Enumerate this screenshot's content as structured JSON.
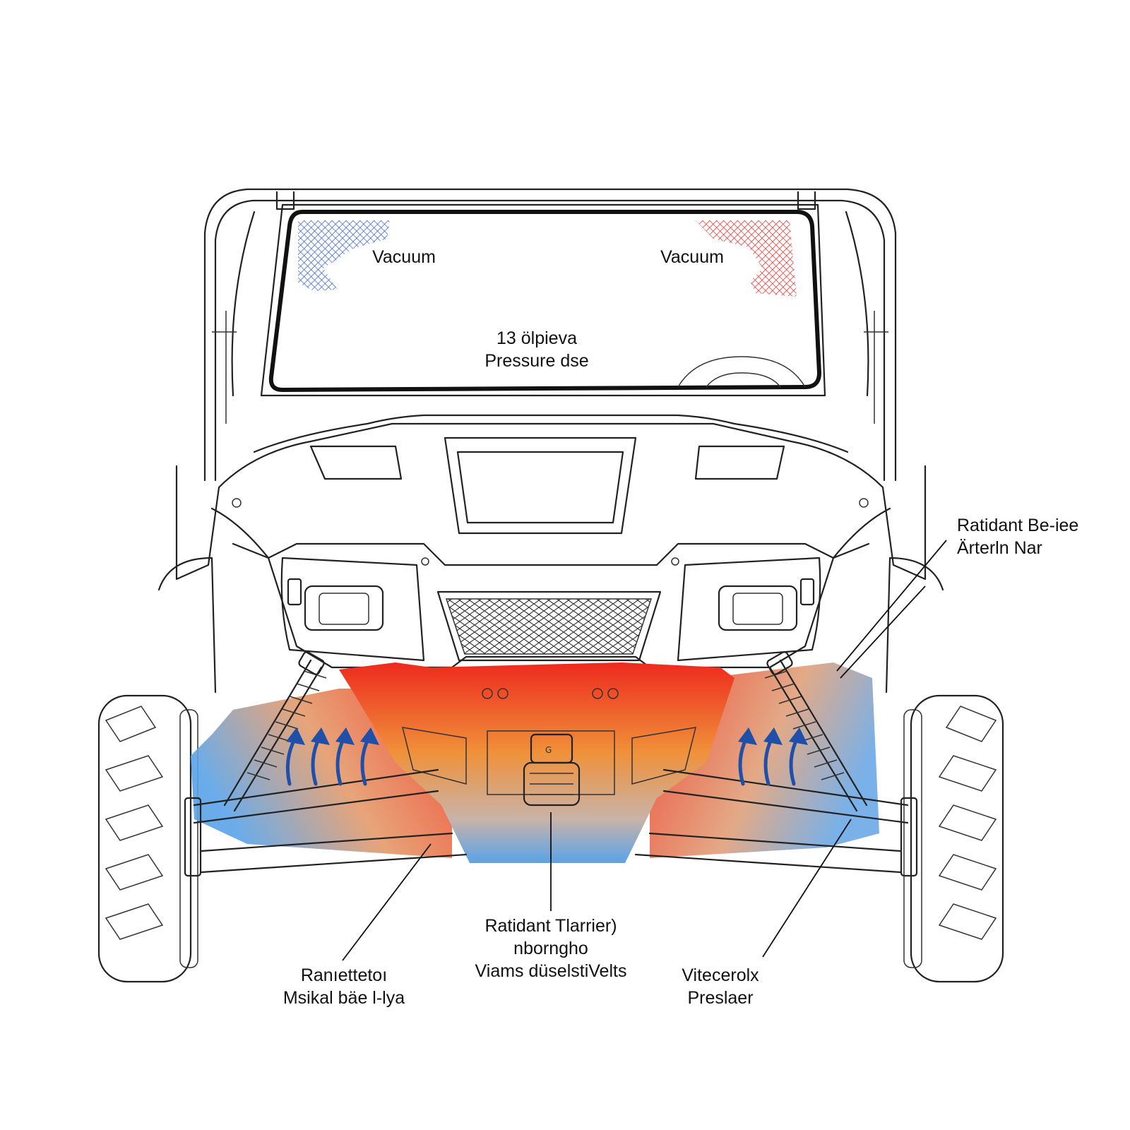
{
  "labels": {
    "vacuum_left": "Vacuum",
    "vacuum_right": "Vacuum",
    "pressure_line1": "13 ölpieva",
    "pressure_line2": "Pressure dse",
    "callout_right_line1": "Ratidant Be-iee",
    "callout_right_line2": "Ärterln Nar",
    "callout_center_line1": "Ratidant Tlarrier)",
    "callout_center_line2": "nborngho",
    "callout_center_line3": "Viams düselstiVelts",
    "callout_left_line1": "Ranıettetoı",
    "callout_left_line2": "Msikal bäe l-lya",
    "callout_right_low_line1": "Vitecerolx",
    "callout_right_low_line2": "Preslaer"
  },
  "colors": {
    "hot": "#ee2a1e",
    "warm": "#f08a2a",
    "cool": "#5aa3e8",
    "airflow_arrow": "#1f4fa8",
    "vacuum_left_mesh": "#3a63c9",
    "vacuum_right_mesh": "#e0302a"
  },
  "icons": {
    "airflow": "up-curved-arrow-icon",
    "vacuum_zone": "mesh-hatch-icon"
  }
}
